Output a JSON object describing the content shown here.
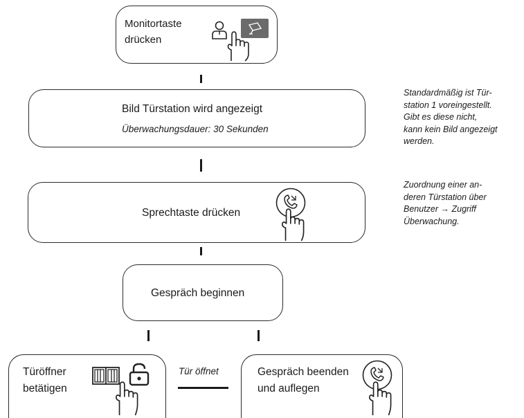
{
  "steps": {
    "monitor": {
      "line1": "Monitortaste",
      "line2": "drücken"
    },
    "image": {
      "title": "Bild Türstation wird angezeigt",
      "duration": "Überwachungsdauer: 30 Sekunden"
    },
    "talk": {
      "label": "Sprechtaste drücken"
    },
    "call": {
      "label": "Gespräch beginnen"
    },
    "opener": {
      "line1": "Türöffner",
      "line2": "betätigen"
    },
    "end": {
      "line1": "Gespräch beenden",
      "line2": "und auflegen"
    }
  },
  "edge_label": "Tür öffnet",
  "notes": {
    "default_station": [
      "Standardmäßig ist Tür-",
      "station 1 voreingestellt.",
      "Gibt es diese nicht,",
      "kann kein Bild angezeigt",
      "werden."
    ],
    "assignment": [
      "Zuordnung einer an-",
      "deren Türstation über",
      "Benutzer → Zugriff",
      "Überwachung."
    ]
  },
  "icons": [
    "user-icon",
    "camera-button-icon",
    "pointing-hand-icon",
    "handset-button-icon",
    "door-icon",
    "padlock-icon"
  ]
}
